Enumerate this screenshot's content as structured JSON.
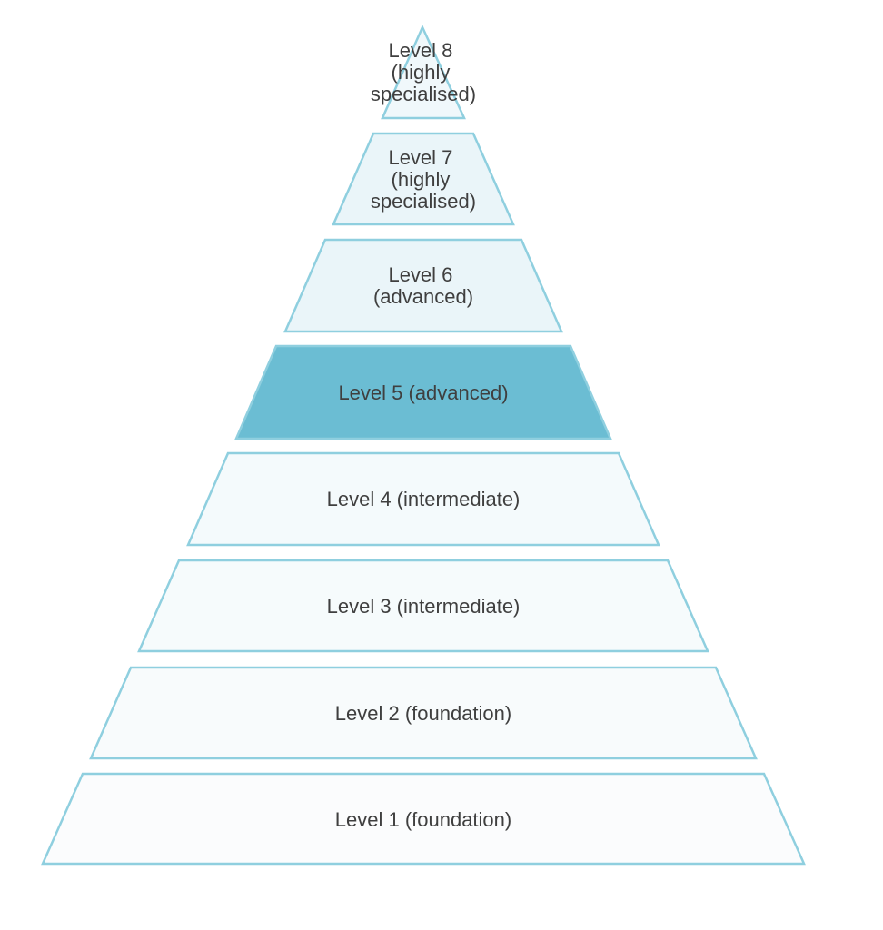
{
  "pyramid": {
    "tiers": [
      {
        "lines": [
          "Level 8",
          "(highly",
          "specialised)"
        ],
        "fill": "#f0f8fb",
        "highlighted": false
      },
      {
        "lines": [
          "Level 7",
          "(highly",
          "specialised)"
        ],
        "fill": "#eaf5f9",
        "highlighted": false
      },
      {
        "lines": [
          "Level 6",
          "(advanced)"
        ],
        "fill": "#eaf5f9",
        "highlighted": false
      },
      {
        "lines": [
          "Level 5 (advanced)"
        ],
        "fill": "#6bbdd3",
        "highlighted": true
      },
      {
        "lines": [
          "Level 4 (intermediate)"
        ],
        "fill": "#f4fafc",
        "highlighted": false
      },
      {
        "lines": [
          "Level 3 (intermediate)"
        ],
        "fill": "#f6fbfc",
        "highlighted": false
      },
      {
        "lines": [
          "Level 2 (foundation)"
        ],
        "fill": "#f8fbfc",
        "highlighted": false
      },
      {
        "lines": [
          "Level 1 (foundation)"
        ],
        "fill": "#fbfcfd",
        "highlighted": false
      }
    ],
    "border_color": "#8fcfdf",
    "text_color": "#3f3f3f"
  }
}
